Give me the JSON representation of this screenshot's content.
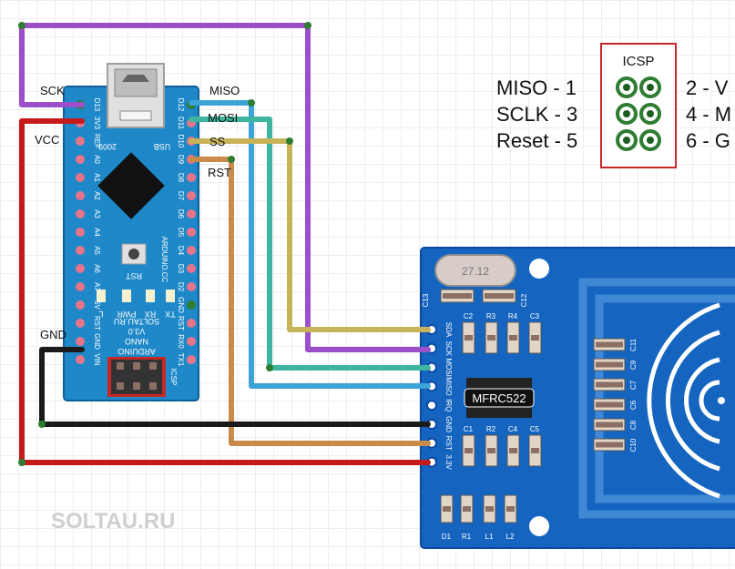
{
  "wires": {
    "labels": {
      "sck": "SCK",
      "vcc": "VCC",
      "miso": "MISO",
      "mosi": "MOSI",
      "ss": "SS",
      "rst": "RST",
      "gnd": "GND"
    },
    "colors": {
      "sck": "#9b4fc8",
      "vcc": "#c41a1a",
      "miso": "#3ba3d6",
      "mosi": "#3fb5a0",
      "ss": "#c8b25a",
      "rst": "#c98a4a",
      "gnd": "#1a1a1a"
    }
  },
  "arduino": {
    "left_pins": [
      "D13",
      "3V3",
      "REF",
      "A0",
      "A1",
      "A2",
      "A3",
      "A4",
      "A5",
      "A6",
      "A7",
      "5V",
      "RST",
      "GND",
      "VIN"
    ],
    "right_pins": [
      "D12",
      "D11",
      "D10",
      "D9",
      "D8",
      "D7",
      "D6",
      "D5",
      "D4",
      "D3",
      "D2",
      "GND",
      "RST",
      "RX0",
      "TX1"
    ],
    "usb_label": "USB",
    "year_label": "2009",
    "rst_label": "RST",
    "brand_label": "ARDUINO.CC",
    "led_labels": [
      "L",
      "PWR",
      "RX",
      "TX"
    ],
    "model_lines": [
      "ARDUINO",
      "NANO",
      "V3.0",
      "SOLTAU.RU"
    ],
    "icsp_label": "ICSP",
    "colors": {
      "board": "#1e88c8",
      "pin": "#e8748a",
      "chip": "#111111"
    }
  },
  "icsp_legend": {
    "title": "ICSP",
    "left": [
      "MISO - 1",
      "SCLK - 3",
      "Reset - 5"
    ],
    "right": [
      "2 - V",
      "4 - M",
      "6 - G"
    ],
    "colors": {
      "border": "#c62828",
      "pad": "#2e7d32"
    }
  },
  "rfid": {
    "chip_label": "MFRC522",
    "crystal_label": "27.12",
    "pin_labels": [
      "SDA",
      "SCK",
      "MOSI",
      "MISO",
      "IRQ",
      "GND",
      "RST",
      "3.3V"
    ],
    "top_caps": [
      "C13",
      "C2",
      "R3",
      "R4",
      "C3",
      "C12"
    ],
    "bottom_caps": [
      "C1",
      "R2",
      "C4",
      "C5"
    ],
    "right_caps": [
      "C11",
      "C9",
      "C7",
      "C6",
      "C8",
      "C10"
    ],
    "footer": [
      "D1",
      "R1",
      "L1",
      "L2"
    ],
    "colors": {
      "board": "#1565c0",
      "trace": "#3f88d6"
    }
  },
  "watermark": "SOLTAU.RU"
}
